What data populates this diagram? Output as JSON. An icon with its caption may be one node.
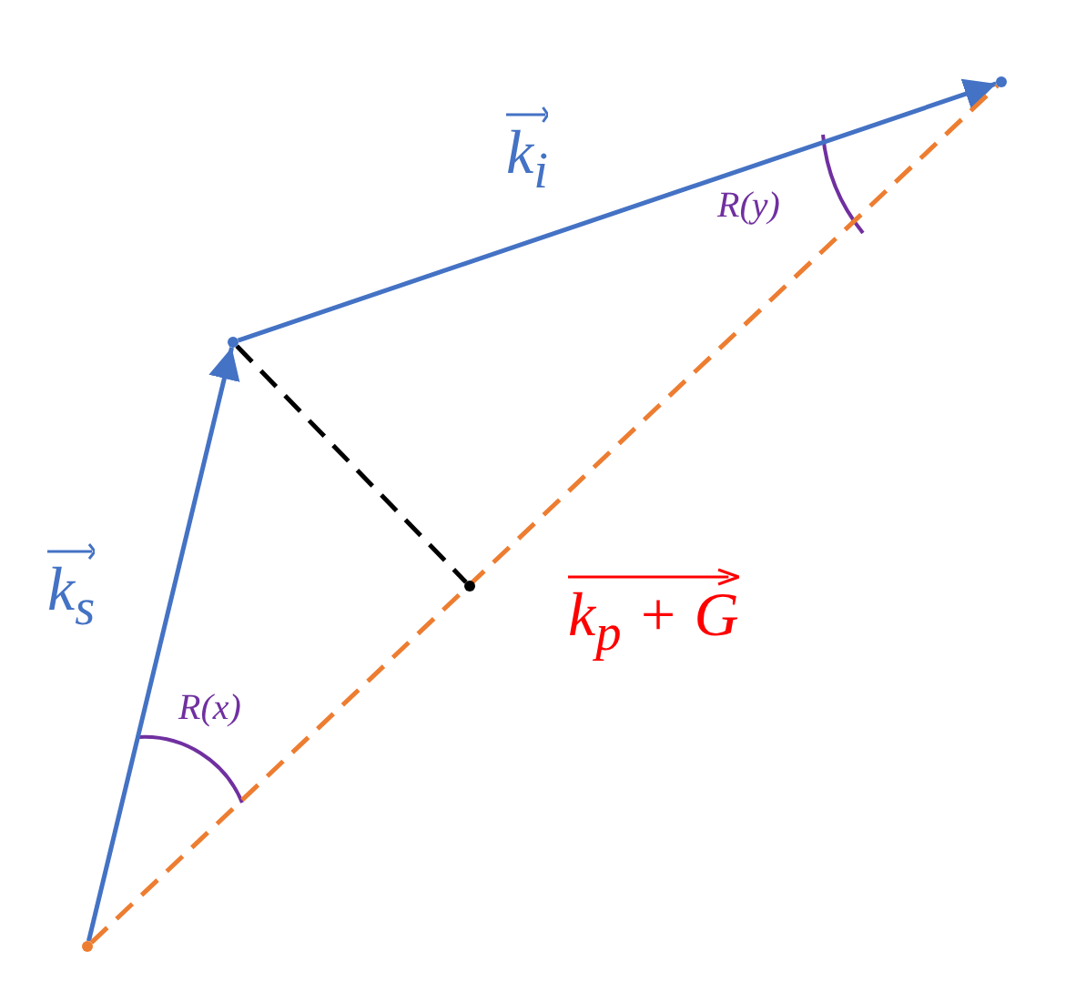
{
  "diagram": {
    "nodes": [
      {
        "text": [],
        "shape": "point"
      },
      {
        "text": [],
        "shape": "point"
      },
      {
        "text": [],
        "shape": "point"
      },
      {
        "text": [],
        "shape": "point"
      }
    ],
    "edges": [
      {
        "from": 0,
        "to": 1,
        "arrow": "to",
        "label": "k$_{s}$",
        "color": "#4472c4"
      },
      {
        "from": 1,
        "to": 2,
        "arrow": "to",
        "label": "k$_{i}$",
        "color": "#4472c4"
      },
      {
        "from": 0,
        "to": 2,
        "arrow": "none",
        "label": "k$_{p}$ + G",
        "style": "dashed",
        "color": "#ed7d31"
      },
      {
        "from": 1,
        "to": 3,
        "arrow": "none",
        "style": "dashed",
        "color": "#000000"
      }
    ],
    "labels": [
      "R(x)",
      "R(y)"
    ]
  }
}
